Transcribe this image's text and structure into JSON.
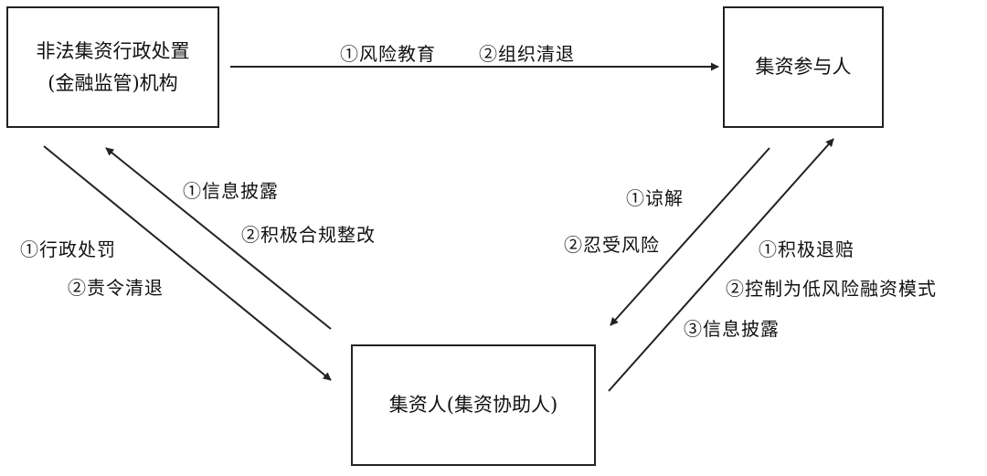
{
  "nodes": {
    "regulator": {
      "line1": "非法集资行政处置",
      "line2": "(金融监管)机构"
    },
    "participant": {
      "label": "集资参与人"
    },
    "raiser": {
      "label": "集资人(集资协助人)"
    }
  },
  "edges": {
    "regulator_to_participant": [
      "①风险教育",
      "②组织清退"
    ],
    "raiser_to_regulator": [
      "①信息披露",
      "②积极合规整改"
    ],
    "regulator_to_raiser": [
      "①行政处罚",
      "②责令清退"
    ],
    "participant_to_raiser": [
      "①谅解",
      "②忍受风险"
    ],
    "raiser_to_participant": [
      "①积极退赔",
      "②控制为低风险融资模式",
      "③信息披露"
    ]
  }
}
